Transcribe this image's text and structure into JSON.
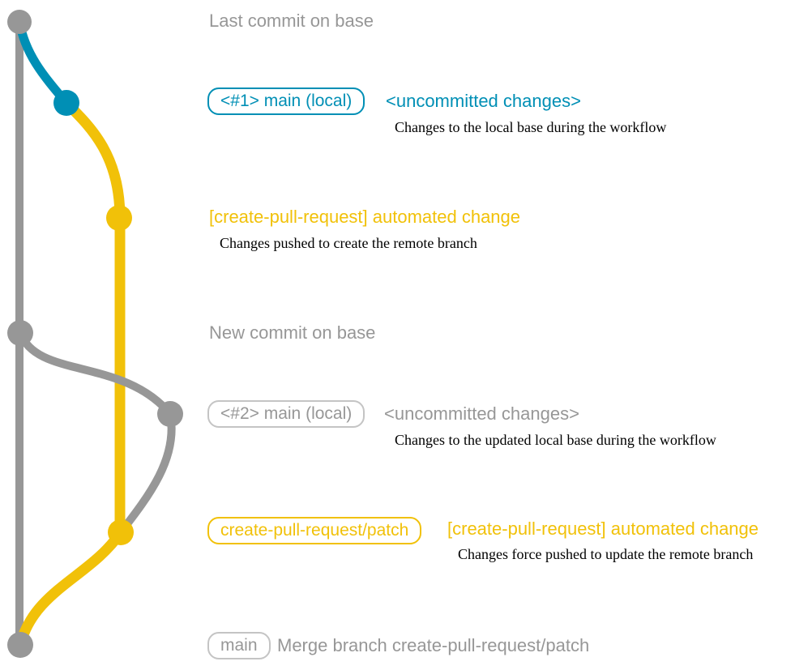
{
  "colors": {
    "base_gray": "#979797",
    "blue": "#008fb5",
    "yellow": "#f1c109",
    "gray_box_border": "#c4c4c4",
    "description_text": "#000000",
    "background": "#ffffff"
  },
  "graph": {
    "branches": [
      {
        "name": "base",
        "color": "#979797"
      },
      {
        "name": "main (local)",
        "color": "#008fb5"
      },
      {
        "name": "create-pull-request/patch",
        "color": "#f1c109"
      }
    ]
  },
  "annotations": {
    "last_commit": {
      "label": "Last commit on base"
    },
    "uncommitted_1": {
      "branch_tag": "<#1> main (local)",
      "message": "<uncommitted changes>",
      "description": "Changes to the local base during the workflow"
    },
    "automated_change_1": {
      "message": "[create-pull-request] automated change",
      "description": "Changes pushed to create the remote branch"
    },
    "new_commit": {
      "label": "New commit on base"
    },
    "uncommitted_2": {
      "branch_tag": "<#2> main (local)",
      "message": "<uncommitted changes>",
      "description": "Changes to the updated local base during the workflow"
    },
    "automated_change_2": {
      "branch_tag": "create-pull-request/patch",
      "message": "[create-pull-request] automated change",
      "description": "Changes force pushed to update the remote branch"
    },
    "merge": {
      "branch_tag": "main",
      "message": "Merge branch create-pull-request/patch"
    }
  }
}
